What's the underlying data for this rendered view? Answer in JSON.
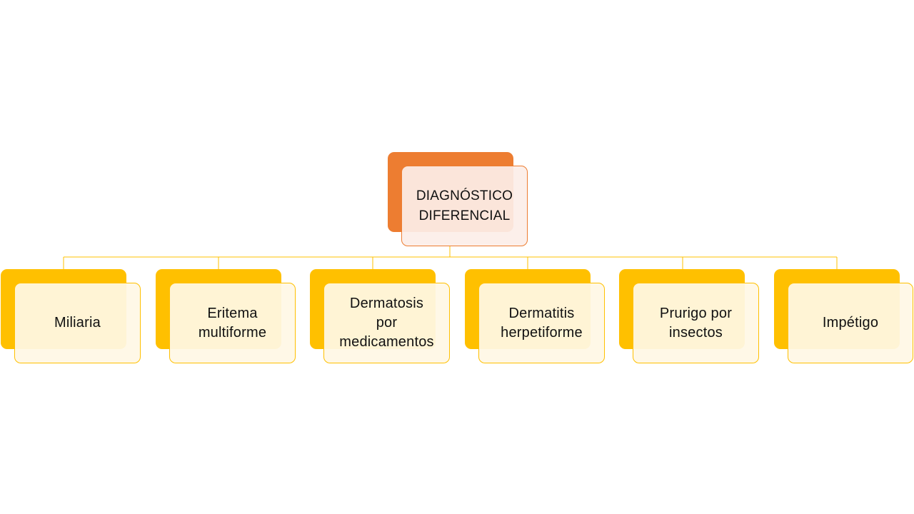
{
  "colors": {
    "root_fill": "#ED7D31",
    "child_fill": "#FFC000",
    "connector": "#FFC000"
  },
  "root": {
    "label": "DIAGNÓSTICO\nDIFERENCIAL"
  },
  "children": [
    {
      "label": "Miliaria"
    },
    {
      "label": "Eritema\nmultiforme"
    },
    {
      "label": "Dermatosis\npor\nmedicamentos"
    },
    {
      "label": "Dermatitis\nherpetiforme"
    },
    {
      "label": "Prurigo por\ninsectos"
    },
    {
      "label": "Impétigo"
    }
  ]
}
